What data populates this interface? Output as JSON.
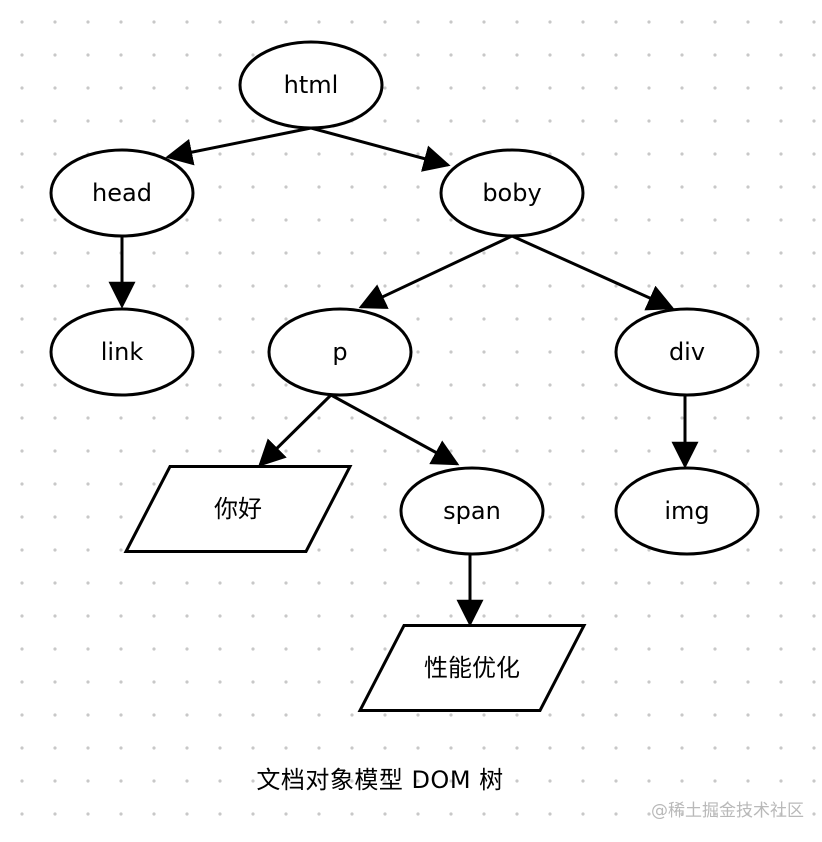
{
  "diagram": {
    "nodes": [
      {
        "id": "html",
        "label": "html",
        "shape": "ellipse"
      },
      {
        "id": "head",
        "label": "head",
        "shape": "ellipse"
      },
      {
        "id": "boby",
        "label": "boby",
        "shape": "ellipse"
      },
      {
        "id": "link",
        "label": "link",
        "shape": "ellipse"
      },
      {
        "id": "p",
        "label": "p",
        "shape": "ellipse"
      },
      {
        "id": "div",
        "label": "div",
        "shape": "ellipse"
      },
      {
        "id": "nihao",
        "label": "你好",
        "shape": "parallelogram"
      },
      {
        "id": "span",
        "label": "span",
        "shape": "ellipse"
      },
      {
        "id": "img",
        "label": "img",
        "shape": "ellipse"
      },
      {
        "id": "xingneng",
        "label": "性能优化",
        "shape": "parallelogram"
      }
    ],
    "edges": [
      {
        "from": "html",
        "to": "head"
      },
      {
        "from": "html",
        "to": "boby"
      },
      {
        "from": "head",
        "to": "link"
      },
      {
        "from": "boby",
        "to": "p"
      },
      {
        "from": "boby",
        "to": "div"
      },
      {
        "from": "p",
        "to": "nihao"
      },
      {
        "from": "p",
        "to": "span"
      },
      {
        "from": "div",
        "to": "img"
      },
      {
        "from": "span",
        "to": "xingneng"
      }
    ],
    "caption": "文档对象模型 DOM 树",
    "watermark": "@稀土掘金技术社区",
    "colors": {
      "stroke": "#000000",
      "fill": "#ffffff",
      "grid_dot": "#c8c8c8",
      "watermark": "#b9b9b9"
    }
  }
}
